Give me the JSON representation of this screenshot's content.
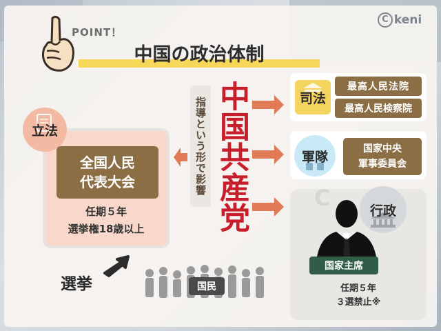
{
  "header": {
    "badge": "POINT！",
    "title": "中国の政治体制",
    "logo_text": "keni",
    "logo_mark": "C"
  },
  "legislative": {
    "label": "立法",
    "body": "全国人民\n代表大会",
    "term": "任期５年\n選挙権18歳以上"
  },
  "citizens": {
    "action": "選挙",
    "label": "国民"
  },
  "party": {
    "guidance": "指導という形で影響",
    "name": "中国共産党"
  },
  "judiciary": {
    "label": "司法",
    "court": "最高人民法院",
    "procuratorate": "最高人民検察院"
  },
  "military": {
    "label": "軍隊",
    "body": "国家中央\n軍事委員会"
  },
  "executive": {
    "label": "行政",
    "head": "国家主席",
    "term": "任期５年\n３選禁止※"
  },
  "colors": {
    "party_red": "#c81e2c",
    "brown": "#8c6e45",
    "arrow": "#e07a57",
    "title_bar": "#f6d75a",
    "legislative_bg": "#f7d8cb",
    "judiciary_label": "#f4d35e",
    "military_label": "#c9e9f6",
    "president_bg": "#2f5d47"
  },
  "icons": [
    "hand-pointing-icon",
    "document-icon",
    "scales-icon",
    "soldier-icon",
    "capitol-icon",
    "people-icon",
    "businessman-icon",
    "arrow-icon"
  ]
}
